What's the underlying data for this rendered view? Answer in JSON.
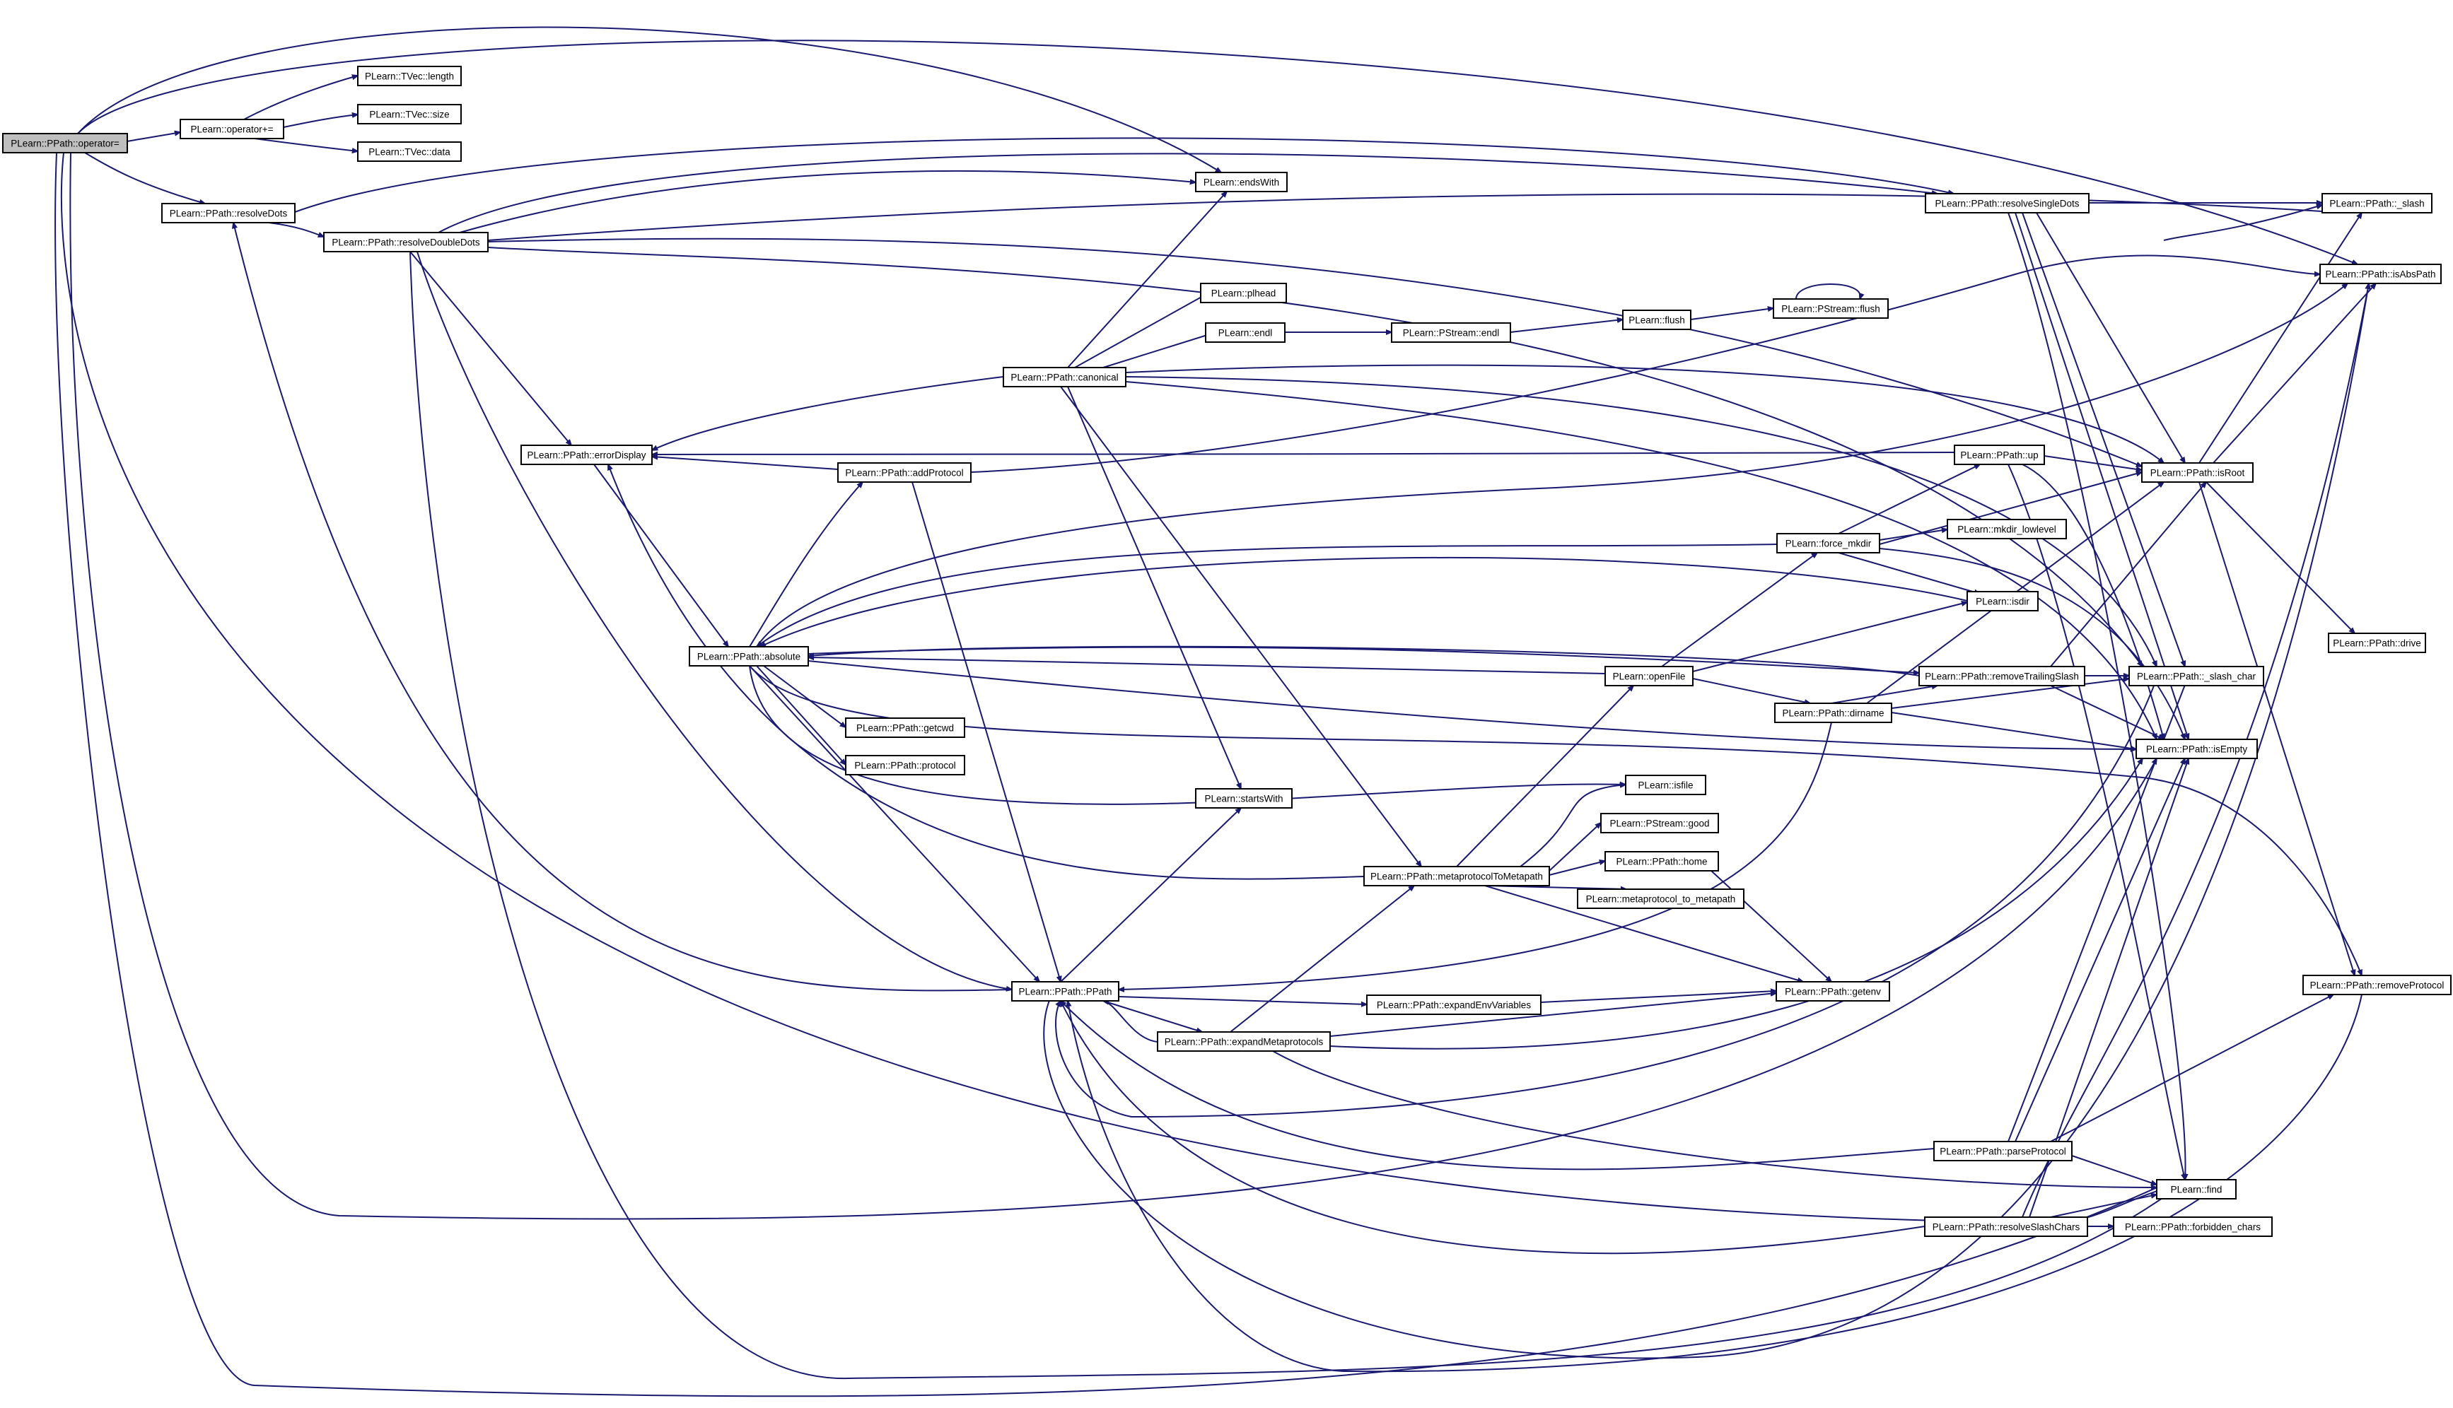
{
  "diagram_type": "call-graph",
  "colors": {
    "edge": "#191970",
    "node_border": "#000000",
    "root_fill": "#bfbfbf",
    "node_fill": "#ffffff"
  },
  "nodes": {
    "n_opassign": "PLearn::PPath::operator=",
    "n_opplus": "PLearn::operator+=",
    "n_tveclen": "PLearn::TVec::length",
    "n_tvecsize": "PLearn::TVec::size",
    "n_tvecdata": "PLearn::TVec::data",
    "n_resdots": "PLearn::PPath::resolveDots",
    "n_resdbl": "PLearn::PPath::resolveDoubleDots",
    "n_endswith": "PLearn::endsWith",
    "n_ressingle": "PLearn::PPath::resolveSingleDots",
    "n_slash": "PLearn::PPath::_slash",
    "n_isabs": "PLearn::PPath::isAbsPath",
    "n_plhead": "PLearn::plhead",
    "n_endl": "PLearn::endl",
    "n_pstreamendl": "PLearn::PStream::endl",
    "n_flush": "PLearn::flush",
    "n_pstreamflush": "PLearn::PStream::flush",
    "n_canonical": "PLearn::PPath::canonical",
    "n_errordisp": "PLearn::PPath::errorDisplay",
    "n_addproto": "PLearn::PPath::addProtocol",
    "n_up": "PLearn::PPath::up",
    "n_isroot": "PLearn::PPath::isRoot",
    "n_forcemkdir": "PLearn::force_mkdir",
    "n_mkdirlow": "PLearn::mkdir_lowlevel",
    "n_isdir": "PLearn::isdir",
    "n_absolute": "PLearn::PPath::absolute",
    "n_openfile": "PLearn::openFile",
    "n_remtrail": "PLearn::PPath::removeTrailingSlash",
    "n_slashchar": "PLearn::PPath::_slash_char",
    "n_drive": "PLearn::PPath::drive",
    "n_dirname": "PLearn::PPath::dirname",
    "n_isempty": "PLearn::PPath::isEmpty",
    "n_getcwd": "PLearn::PPath::getcwd",
    "n_protocol": "PLearn::PPath::protocol",
    "n_isfile": "PLearn::isfile",
    "n_startswith": "PLearn::startsWith",
    "n_pstreamgood": "PLearn::PStream::good",
    "n_metaproto": "PLearn::PPath::metaprotocolToMetapath",
    "n_home": "PLearn::PPath::home",
    "n_metaprotometa": "PLearn::metaprotocol_to_metapath",
    "n_ppath": "PLearn::PPath::PPath",
    "n_expenv": "PLearn::PPath::expandEnvVariables",
    "n_getenv": "PLearn::PPath::getenv",
    "n_remproto": "PLearn::PPath::removeProtocol",
    "n_expmeta": "PLearn::PPath::expandMetaprotocols",
    "n_parseproto": "PLearn::PPath::parseProtocol",
    "n_find": "PLearn::find",
    "n_resslash": "PLearn::PPath::resolveSlashChars",
    "n_forbidden": "PLearn::PPath::forbidden_chars"
  }
}
